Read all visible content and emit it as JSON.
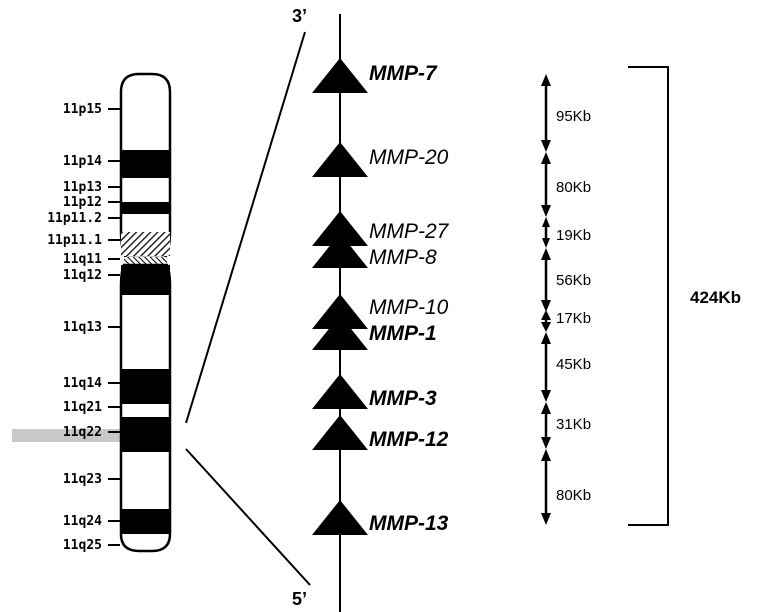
{
  "chromosome": {
    "bands": [
      {
        "label": "11p15"
      },
      {
        "label": "11p14"
      },
      {
        "label": "11p13"
      },
      {
        "label": "11p12"
      },
      {
        "label": "11p11.2"
      },
      {
        "label": "11p11.1"
      },
      {
        "label": "11q11"
      },
      {
        "label": "11q12"
      },
      {
        "label": "11q13"
      },
      {
        "label": "11q14"
      },
      {
        "label": "11q21"
      },
      {
        "label": "11q22"
      },
      {
        "label": "11q23"
      },
      {
        "label": "11q24"
      },
      {
        "label": "11q25"
      }
    ],
    "highlight_color": "#c8c8c8"
  },
  "locus": {
    "top_end": "3’",
    "bottom_end": "5’",
    "genes": [
      {
        "name": "MMP-7",
        "bold": true
      },
      {
        "name": "MMP-20",
        "bold": false
      },
      {
        "name": "MMP-27",
        "bold": false
      },
      {
        "name": "MMP-8",
        "bold": false
      },
      {
        "name": "MMP-10",
        "bold": false
      },
      {
        "name": "MMP-1",
        "bold": true
      },
      {
        "name": "MMP-3",
        "bold": true
      },
      {
        "name": "MMP-12",
        "bold": true
      },
      {
        "name": "MMP-13",
        "bold": true
      }
    ]
  },
  "distances": [
    {
      "label": "95Kb"
    },
    {
      "label": "80Kb"
    },
    {
      "label": "19Kb"
    },
    {
      "label": "56Kb"
    },
    {
      "label": "17Kb"
    },
    {
      "label": "45Kb"
    },
    {
      "label": "31Kb"
    },
    {
      "label": "80Kb"
    }
  ],
  "total": {
    "label": "424Kb"
  }
}
